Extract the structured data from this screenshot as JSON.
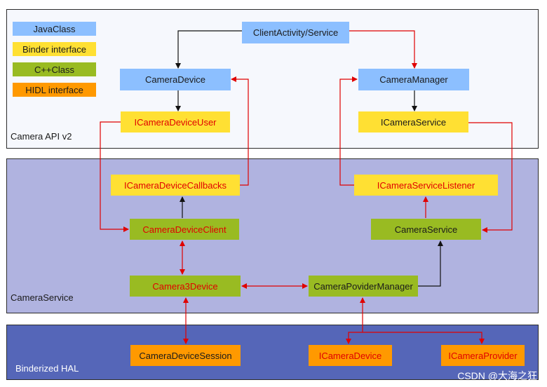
{
  "colors": {
    "java": "#8cbfff",
    "binder": "#ffe033",
    "cpp": "#99bb22",
    "hidl": "#ff9900",
    "layer_api": "#f6f8fd",
    "layer_service": "#b0b3e0",
    "layer_hal": "#5566b8",
    "arrow_red": "#e00000",
    "arrow_black": "#111111",
    "text_red": "#e00000",
    "text_dark": "#1a1a1a"
  },
  "legend": [
    {
      "label": "JavaClass",
      "kind": "java"
    },
    {
      "label": "Binder interface",
      "kind": "binder"
    },
    {
      "label": "C++Class",
      "kind": "cpp"
    },
    {
      "label": "HIDL interface",
      "kind": "hidl"
    }
  ],
  "layers": {
    "api": "Camera API v2",
    "service": "CameraService",
    "hal": "Binderized HAL"
  },
  "nodes": {
    "client": {
      "label": "ClientActivity/Service",
      "kind": "java",
      "red": false
    },
    "camera_device": {
      "label": "CameraDevice",
      "kind": "java",
      "red": false
    },
    "camera_manager": {
      "label": "CameraManager",
      "kind": "java",
      "red": false
    },
    "icamera_device_user": {
      "label": "ICameraDeviceUser",
      "kind": "binder",
      "red": true
    },
    "icamera_service": {
      "label": "ICameraService",
      "kind": "binder",
      "red": false
    },
    "icamera_device_callbacks": {
      "label": "ICameraDeviceCallbacks",
      "kind": "binder",
      "red": true
    },
    "icamera_service_listener": {
      "label": "ICameraServiceListener",
      "kind": "binder",
      "red": true
    },
    "camera_device_client": {
      "label": "CameraDeviceClient",
      "kind": "cpp",
      "red": true
    },
    "camera_service": {
      "label": "CameraService",
      "kind": "cpp",
      "red": false
    },
    "camera3_device": {
      "label": "Camera3Device",
      "kind": "cpp",
      "red": true
    },
    "camera_provider_manager": {
      "label": "CameraPoviderManager",
      "kind": "cpp",
      "red": false
    },
    "camera_device_session": {
      "label": "CameraDeviceSession",
      "kind": "hidl",
      "red": false
    },
    "hidl_icamera_device": {
      "label": "ICameraDevice",
      "kind": "hidl",
      "red": true
    },
    "icamera_provider": {
      "label": "ICameraProvider",
      "kind": "hidl",
      "red": true
    }
  },
  "watermark": "CSDN @大海之狂"
}
